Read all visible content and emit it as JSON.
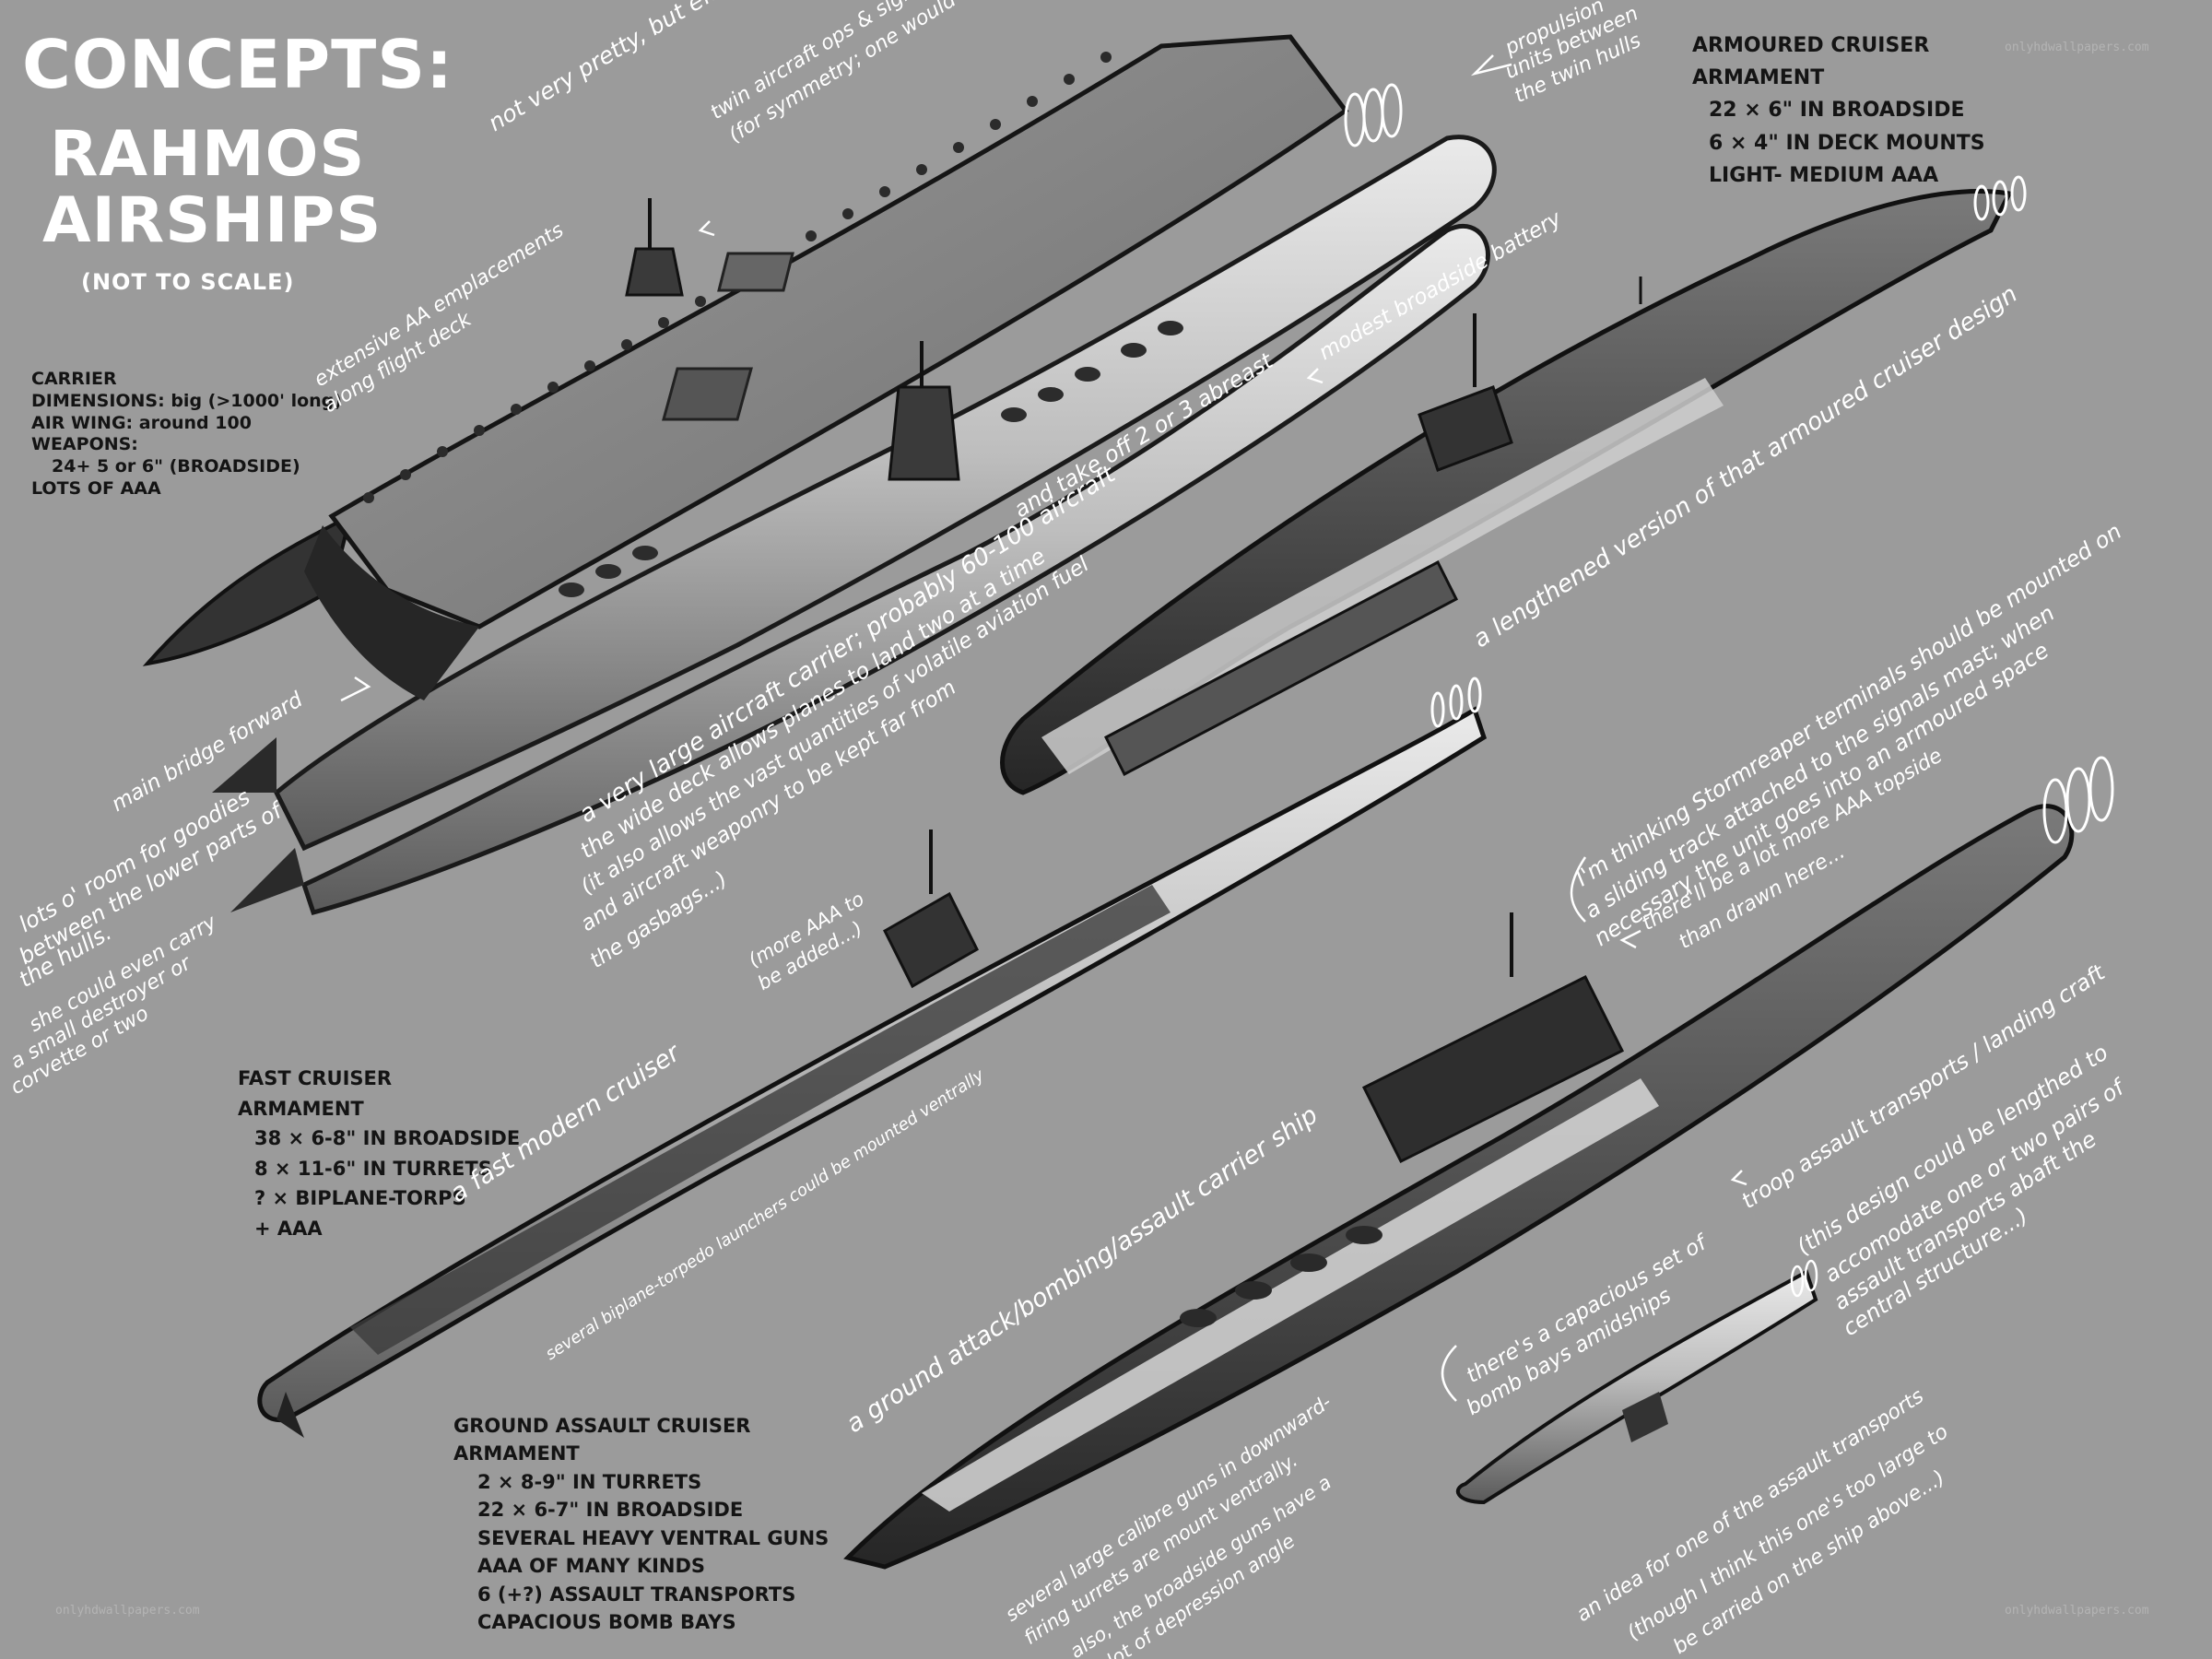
{
  "title": {
    "line1": "CONCEPTS:",
    "line2": "RAHMOS",
    "line3": "AIRSHIPS",
    "note": "(NOT TO SCALE)"
  },
  "carrier_spec": {
    "rows": [
      "CARRIER",
      "DIMENSIONS: big (>1000' long)",
      "AIR WING: around 100",
      "WEAPONS:",
      "24+ 5 or 6\" (BROADSIDE)",
      "LOTS OF AAA"
    ]
  },
  "armoured_spec": {
    "rows": [
      "ARMOURED CRUISER",
      "ARMAMENT",
      "22 × 6\" IN BROADSIDE",
      "6 × 4\" IN DECK MOUNTS",
      "LIGHT- MEDIUM AAA"
    ]
  },
  "fast_spec": {
    "rows": [
      "FAST CRUISER",
      "ARMAMENT",
      "38 × 6-8\" IN BROADSIDE",
      "8 × 11-6\" IN TURRETS",
      "? × BIPLANE-TORPS",
      "+ AAA"
    ]
  },
  "ground_spec": {
    "rows": [
      "GROUND ASSAULT CRUISER",
      "ARMAMENT",
      "2 × 8-9\" IN TURRETS",
      "22 × 6-7\" IN BROADSIDE",
      "SEVERAL HEAVY VENTRAL GUNS",
      "AAA OF MANY KINDS",
      "6 (+?) ASSAULT TRANSPORTS",
      "CAPACIOUS BOMB BAYS"
    ]
  },
  "notes": {
    "not_pretty": "not very pretty, but effective",
    "twin_ops_1": "twin aircraft ops & signal bridges",
    "twin_ops_2": "(for symmetry; one would be fine)",
    "propulsion_1": "propulsion",
    "propulsion_2": "units between",
    "propulsion_3": "the twin hulls",
    "aa_1": "extensive AA emplacements",
    "aa_2": "along flight deck",
    "modest": "modest broadside battery",
    "two_three": "and take off 2 or 3 abreast",
    "lengthened": "a lengthened version of that armoured cruiser design",
    "main_bridge": "main bridge forward",
    "room_1": "lots o' room for goodies",
    "room_2": "between the lower parts of",
    "room_3": "the hulls.",
    "destroyer_1": "she could even carry",
    "destroyer_2": "a small destroyer or",
    "destroyer_3": "corvette or two",
    "carrier_1": "a very large aircraft carrier; probably 60-100 aircraft",
    "carrier_2": "the wide deck allows planes to land two at a time",
    "carrier_3": "(it also allows the vast quantities of volatile aviation fuel",
    "carrier_4": "and aircraft weaponry to be kept far from",
    "carrier_5": "the gasbags...)",
    "stormreaper_1": "I'm thinking Stormreaper terminals should be mounted on",
    "stormreaper_2": "a sliding track attached to the signals mast; when",
    "stormreaper_3": "necessary the unit goes into an armoured space",
    "more_aaa_1": "there'll be a lot more AAA topside",
    "more_aaa_2": "than drawn here...",
    "more_added_1": "(more AAA to",
    "more_added_2": "be added...)",
    "fast_modern": "a fast modern cruiser",
    "biplane": "several biplane-torpedo launchers could be mounted ventrally",
    "ground_attack": "a ground attack/bombing/assault carrier ship",
    "troop": "troop assault transports / landing craft",
    "lengthen_1": "(this design could be lengthed to",
    "lengthen_2": "accomodate one or two pairs of",
    "lengthen_3": "assault transports abaft the",
    "lengthen_4": "central structure...)",
    "bomb_1": "there's a capacious set of",
    "bomb_2": "bomb bays amidships",
    "guns_1": "several large calibre guns in downward-",
    "guns_2": "firing turrets are mount ventrally.",
    "guns_3": "also, the broadside guns have a",
    "guns_4": "lot of depression angle",
    "transport_1": "an idea for one of the assault transports",
    "transport_2": "(though I think this one's too large to",
    "transport_3": "be carried on the ship above...)"
  },
  "watermarks": {
    "top": "onlyhdwallpapers.com",
    "bottom_left": "onlyhdwallpapers.com",
    "bottom_right": "onlyhdwallpapers.com"
  },
  "colors": {
    "background": "#9b9b9b",
    "handwriting": "#ffffff",
    "ink": "#141414"
  }
}
